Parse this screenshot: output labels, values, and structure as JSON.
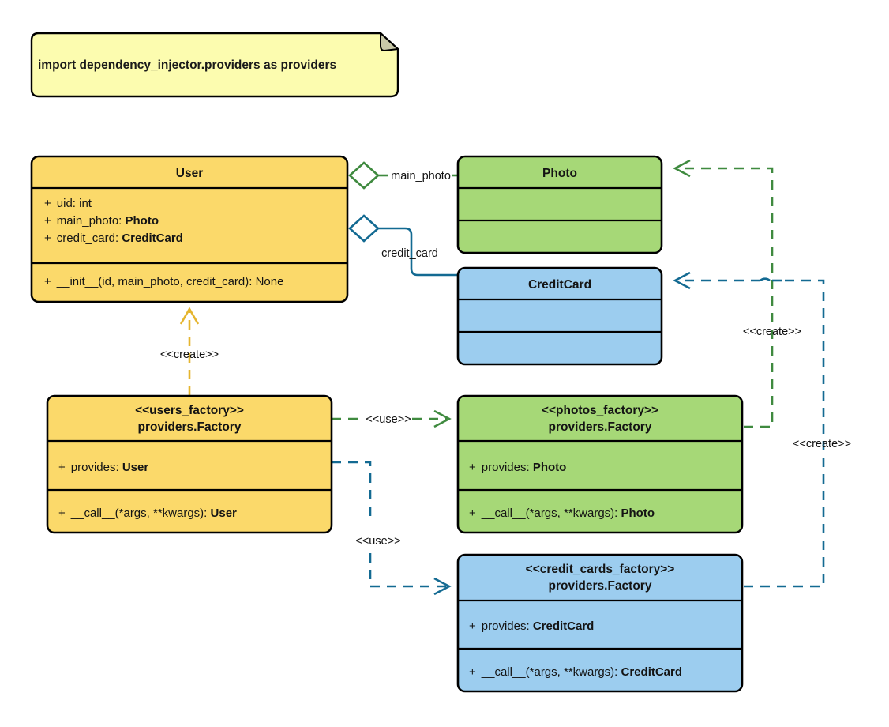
{
  "diagram": {
    "type": "uml-class-diagram",
    "title_note": "import dependency_injector.providers as providers",
    "colors": {
      "yellow_fill": "#FBD96A",
      "green_fill": "#A6D877",
      "blue_fill": "#9CCDEF",
      "note_fill": "#FCFCAF",
      "note_fold": "#C8C8A8",
      "border": "#000000",
      "green_edge": "#3F8A3F",
      "blue_edge": "#136A92",
      "gold_edge": "#E5B52E"
    }
  },
  "note": {
    "text": "import dependency_injector.providers as providers"
  },
  "classes": {
    "user": {
      "name": "User",
      "attributes": [
        {
          "visibility": "+",
          "label": "uid: ",
          "type": "int",
          "type_bold": false
        },
        {
          "visibility": "+",
          "label": "main_photo: ",
          "type": "Photo",
          "type_bold": true
        },
        {
          "visibility": "+",
          "label": "credit_card: ",
          "type": "CreditCard",
          "type_bold": true
        }
      ],
      "methods": [
        {
          "visibility": "+",
          "label": "__init__(id, main_photo, credit_card): None",
          "type": "",
          "type_bold": false
        }
      ]
    },
    "photo": {
      "name": "Photo",
      "attributes": [],
      "methods": []
    },
    "credit_card": {
      "name": "CreditCard",
      "attributes": [],
      "methods": []
    },
    "users_factory": {
      "stereotype": "<<users_factory>>",
      "name": "providers.Factory",
      "attributes": [
        {
          "visibility": "+",
          "label": "provides: ",
          "type": "User",
          "type_bold": true
        }
      ],
      "methods": [
        {
          "visibility": "+",
          "label": "__call__(*args, **kwargs): ",
          "type": "User",
          "type_bold": true
        }
      ]
    },
    "photos_factory": {
      "stereotype": "<<photos_factory>>",
      "name": "providers.Factory",
      "attributes": [
        {
          "visibility": "+",
          "label": "provides: ",
          "type": "Photo",
          "type_bold": true
        }
      ],
      "methods": [
        {
          "visibility": "+",
          "label": "__call__(*args, **kwargs): ",
          "type": "Photo",
          "type_bold": true
        }
      ]
    },
    "credit_cards_factory": {
      "stereotype": "<<credit_cards_factory>>",
      "name": "providers.Factory",
      "attributes": [
        {
          "visibility": "+",
          "label": "provides: ",
          "type": "CreditCard",
          "type_bold": true
        }
      ],
      "methods": [
        {
          "visibility": "+",
          "label": "__call__(*args, **kwargs): ",
          "type": "CreditCard",
          "type_bold": true
        }
      ]
    }
  },
  "relations": {
    "main_photo": {
      "label": "main_photo",
      "kind": "aggregation",
      "from": "User",
      "to": "Photo",
      "color": "#3F8A3F"
    },
    "credit_card": {
      "label": "credit_card",
      "kind": "aggregation",
      "from": "User",
      "to": "CreditCard",
      "color": "#136A92"
    },
    "create_user": {
      "label": "<<create>>",
      "kind": "dependency",
      "from": "users_factory",
      "to": "User",
      "color": "#E5B52E"
    },
    "use_photos": {
      "label": "<<use>>",
      "kind": "dependency",
      "from": "users_factory",
      "to": "photos_factory",
      "color": "#3F8A3F"
    },
    "use_credit_cards": {
      "label": "<<use>>",
      "kind": "dependency",
      "from": "users_factory",
      "to": "credit_cards_factory",
      "color": "#136A92"
    },
    "create_photo": {
      "label": "<<create>>",
      "kind": "dependency",
      "from": "photos_factory",
      "to": "Photo",
      "color": "#3F8A3F"
    },
    "create_credit_card": {
      "label": "<<create>>",
      "kind": "dependency",
      "from": "credit_cards_factory",
      "to": "CreditCard",
      "color": "#136A92"
    }
  }
}
